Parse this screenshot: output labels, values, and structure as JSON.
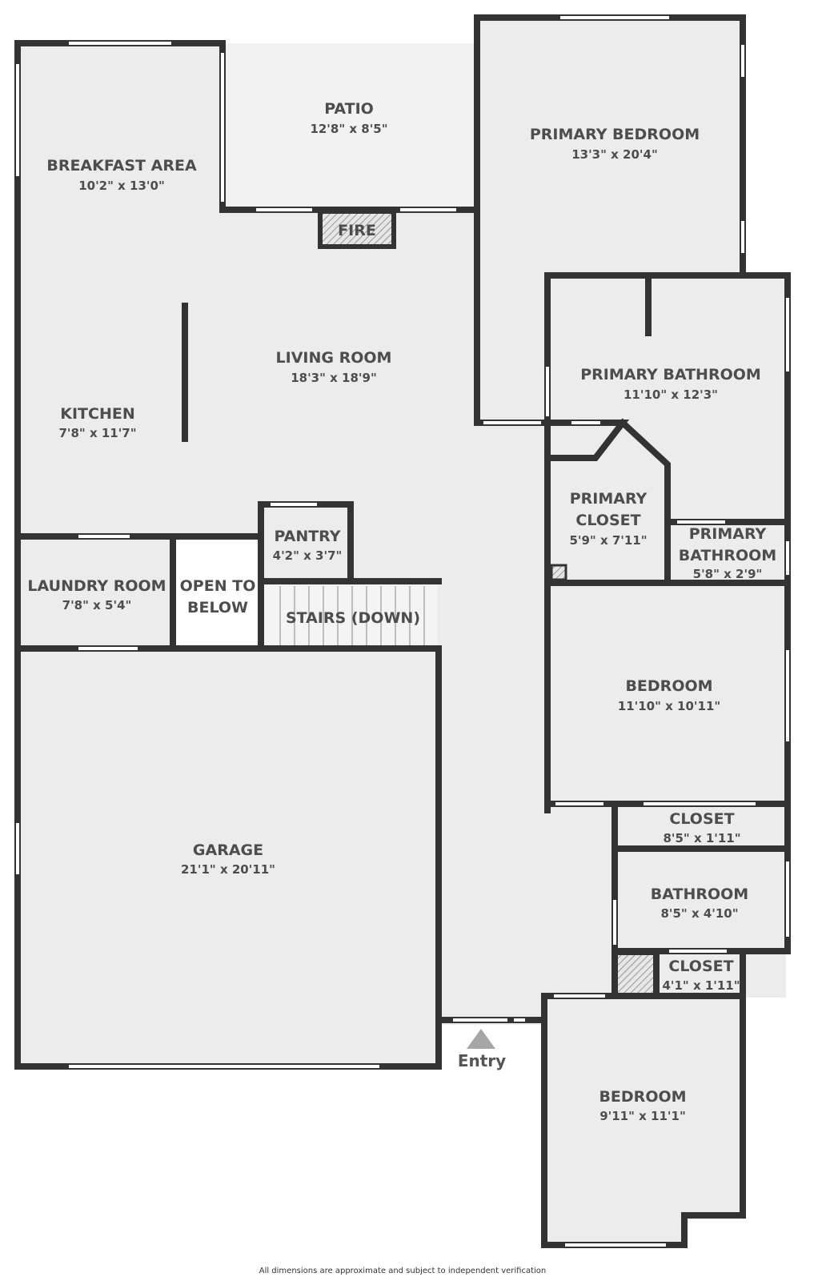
{
  "rooms": [
    {
      "name": "PATIO",
      "dim": "12'8\" x 8'5\""
    },
    {
      "name": "BREAKFAST AREA",
      "dim": "10'2\" x 13'0\""
    },
    {
      "name": "PRIMARY BEDROOM",
      "dim": "13'3\" x 20'4\""
    },
    {
      "name": "FIRE",
      "dim": ""
    },
    {
      "name": "LIVING ROOM",
      "dim": "18'3\" x 18'9\""
    },
    {
      "name": "PRIMARY BATHROOM",
      "dim": "11'10\" x 12'3\""
    },
    {
      "name": "KITCHEN",
      "dim": "7'8\" x 11'7\""
    },
    {
      "name": "PRIMARY CLOSET",
      "dim": "5'9\" x 7'11\""
    },
    {
      "name": "PANTRY",
      "dim": "4'2\" x 3'7\""
    },
    {
      "name": "PRIMARY BATHROOM",
      "dim": "5'8\" x 2'9\""
    },
    {
      "name": "LAUNDRY ROOM",
      "dim": "7'8\" x 5'4\""
    },
    {
      "name": "OPEN TO BELOW",
      "dim": ""
    },
    {
      "name": "STAIRS (DOWN)",
      "dim": ""
    },
    {
      "name": "BEDROOM",
      "dim": "11'10\" x 10'11\""
    },
    {
      "name": "CLOSET",
      "dim": "8'5\" x 1'11\""
    },
    {
      "name": "GARAGE",
      "dim": "21'1\" x 20'11\""
    },
    {
      "name": "BATHROOM",
      "dim": "8'5\" x 4'10\""
    },
    {
      "name": "CLOSET",
      "dim": "4'1\" x 1'11\""
    },
    {
      "name": "BEDROOM",
      "dim": "9'11\" x 11'1\""
    }
  ],
  "entry_label": "Entry",
  "footer": "All dimensions are approximate and subject to independent verification",
  "colors": {
    "wall": "#333333",
    "floor": "#ececec",
    "patio": "#f2f2f2",
    "open": "#ffffff",
    "text": "#4d4d4d"
  }
}
